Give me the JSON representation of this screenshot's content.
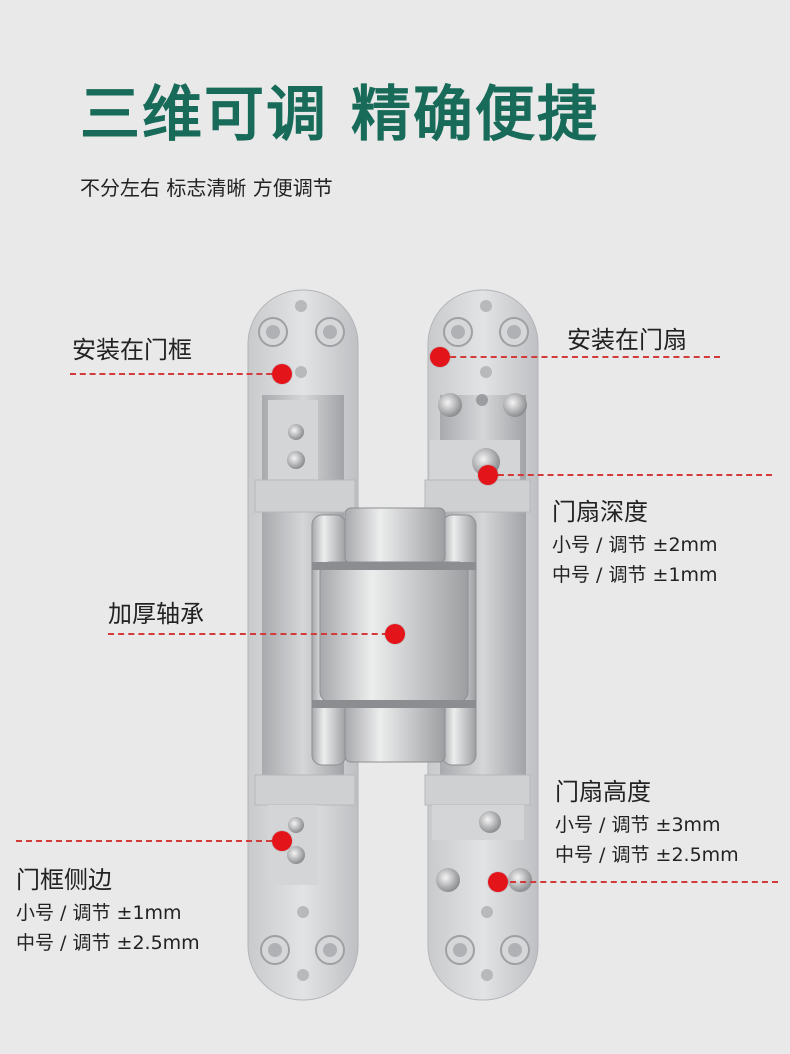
{
  "title": "三维可调 精确便捷",
  "subtitle": "不分左右 标志清晰 方便调节",
  "callouts": {
    "frame_mount": {
      "label": "安装在门框"
    },
    "leaf_mount": {
      "label": "安装在门扇"
    },
    "leaf_depth": {
      "label": "门扇深度",
      "spec_small": "小号 / 调节 ±2mm",
      "spec_medium": "中号 / 调节 ±1mm"
    },
    "bearing": {
      "label": "加厚轴承"
    },
    "leaf_height": {
      "label": "门扇高度",
      "spec_small": "小号 / 调节 ±3mm",
      "spec_medium": "中号 / 调节 ±2.5mm"
    },
    "frame_side": {
      "label": "门框侧边",
      "spec_small": "小号 / 调节 ±1mm",
      "spec_medium": "中号 / 调节 ±2.5mm"
    }
  },
  "colors": {
    "title": "#186b59",
    "marker": "#e4141b",
    "dash": "#d33b3b",
    "background": "#e9e9ea"
  }
}
